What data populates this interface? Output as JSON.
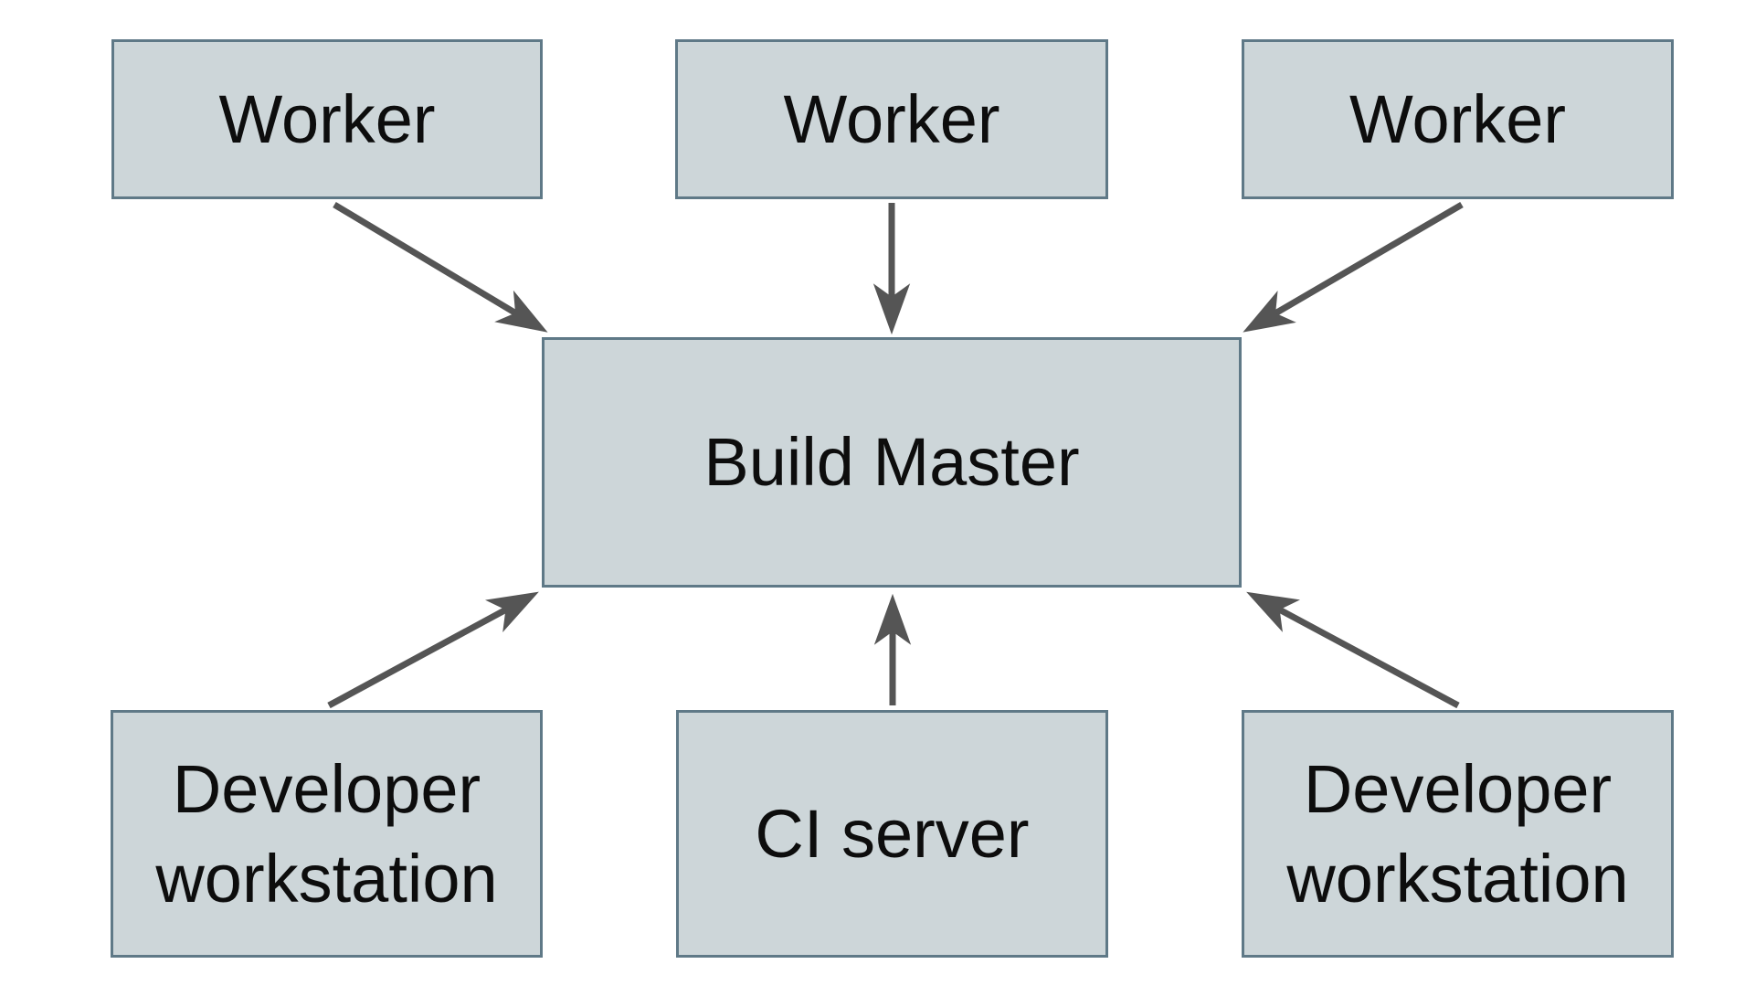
{
  "diagram": {
    "description": "Distributed build system architecture diagram",
    "colors": {
      "background": "#ffffff",
      "node_fill": "#cdd6d9",
      "node_border": "#5f7987",
      "arrow": "#555555",
      "text": "#0d0d0d"
    },
    "nodes": {
      "worker_1": {
        "label": "Worker"
      },
      "worker_2": {
        "label": "Worker"
      },
      "worker_3": {
        "label": "Worker"
      },
      "build_master": {
        "label": "Build Master"
      },
      "dev_ws_left": {
        "label": "Developer workstation"
      },
      "ci_server": {
        "label": "CI server"
      },
      "dev_ws_right": {
        "label": "Developer workstation"
      }
    },
    "edges": [
      {
        "from": "worker_1",
        "to": "build_master"
      },
      {
        "from": "worker_2",
        "to": "build_master"
      },
      {
        "from": "worker_3",
        "to": "build_master"
      },
      {
        "from": "dev_ws_left",
        "to": "build_master"
      },
      {
        "from": "ci_server",
        "to": "build_master"
      },
      {
        "from": "dev_ws_right",
        "to": "build_master"
      }
    ]
  }
}
